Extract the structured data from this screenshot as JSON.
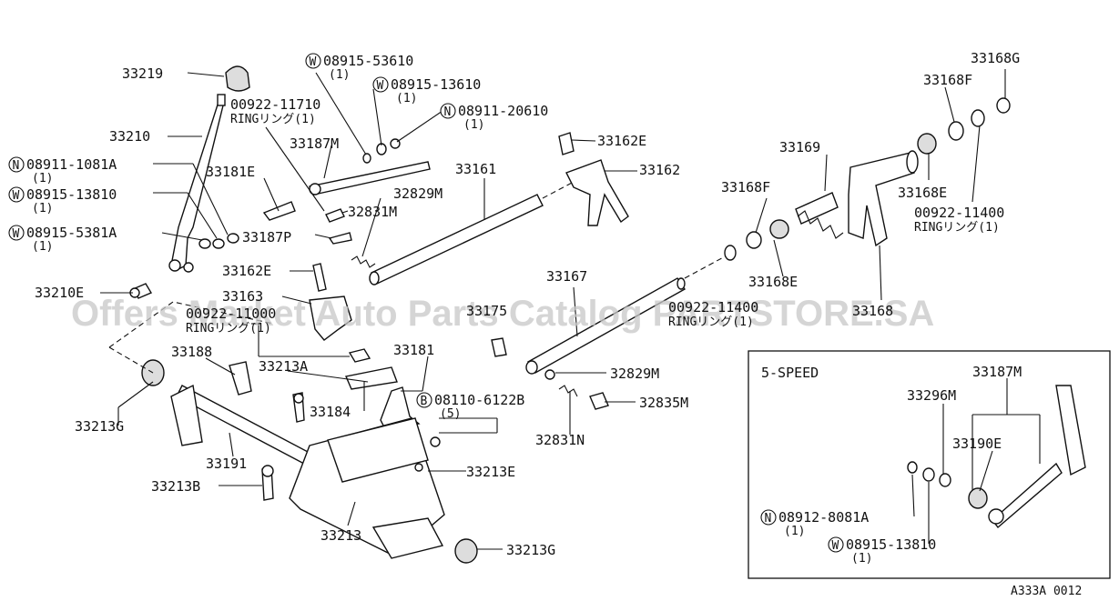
{
  "title_code": "A333A 0012",
  "watermark": "Offers Market Auto Parts Catalog PARTSTORE.SA",
  "inset_title": "5-SPEED",
  "labels": [
    {
      "id": "33219",
      "text": "33219"
    },
    {
      "id": "W0891553610",
      "badge": "W",
      "text": "08915-53610",
      "qty": "(1)"
    },
    {
      "id": "W0891513610",
      "badge": "W",
      "text": "08915-13610",
      "qty": "(1)"
    },
    {
      "id": "N0891120610",
      "badge": "N",
      "text": "08911-20610",
      "qty": "(1)"
    },
    {
      "id": "0092211710",
      "text": "00922-11710",
      "sub": "RINGリング(1)"
    },
    {
      "id": "33210",
      "text": "33210"
    },
    {
      "id": "33187M",
      "text": "33187M"
    },
    {
      "id": "N089111081A",
      "badge": "N",
      "text": "08911-1081A",
      "qty": "(1)"
    },
    {
      "id": "33181E",
      "text": "33181E"
    },
    {
      "id": "W0891513810",
      "badge": "W",
      "text": "08915-13810",
      "qty": "(1)"
    },
    {
      "id": "32829M_top",
      "text": "32829M"
    },
    {
      "id": "32831M",
      "text": "32831M"
    },
    {
      "id": "W089155381A",
      "badge": "W",
      "text": "08915-5381A",
      "qty": "(1)"
    },
    {
      "id": "33187P",
      "text": "33187P"
    },
    {
      "id": "33162E_top",
      "text": "33162E"
    },
    {
      "id": "33161",
      "text": "33161"
    },
    {
      "id": "33162",
      "text": "33162"
    },
    {
      "id": "33169",
      "text": "33169"
    },
    {
      "id": "33168F_right",
      "text": "33168F"
    },
    {
      "id": "33168G",
      "text": "33168G"
    },
    {
      "id": "33168F_mid",
      "text": "33168F"
    },
    {
      "id": "33168E_top",
      "text": "33168E"
    },
    {
      "id": "0092211400_right",
      "text": "00922-11400",
      "sub": "RINGリング(1)"
    },
    {
      "id": "33162E_mid",
      "text": "33162E"
    },
    {
      "id": "33210E",
      "text": "33210E"
    },
    {
      "id": "33163",
      "text": "33163"
    },
    {
      "id": "0092211000",
      "text": "00922-11000",
      "sub": "RINGリング(1)"
    },
    {
      "id": "33175",
      "text": "33175"
    },
    {
      "id": "33167",
      "text": "33167"
    },
    {
      "id": "33168E_mid",
      "text": "33168E"
    },
    {
      "id": "0092211400_mid",
      "text": "00922-11400",
      "sub": "RINGリング(1)"
    },
    {
      "id": "33168",
      "text": "33168"
    },
    {
      "id": "33188",
      "text": "33188"
    },
    {
      "id": "33213A",
      "text": "33213A"
    },
    {
      "id": "33181",
      "text": "33181"
    },
    {
      "id": "32829M_mid",
      "text": "32829M"
    },
    {
      "id": "33213G_left",
      "text": "33213G"
    },
    {
      "id": "33184",
      "text": "33184"
    },
    {
      "id": "B081106122B",
      "badge": "B",
      "text": "08110-6122B",
      "qty": "(5)"
    },
    {
      "id": "32835M",
      "text": "32835M"
    },
    {
      "id": "32831N",
      "text": "32831N"
    },
    {
      "id": "33191",
      "text": "33191"
    },
    {
      "id": "33213E",
      "text": "33213E"
    },
    {
      "id": "33213B",
      "text": "33213B"
    },
    {
      "id": "33213",
      "text": "33213"
    },
    {
      "id": "33213G_bottom",
      "text": "33213G"
    },
    {
      "id": "inset_33187M",
      "text": "33187M"
    },
    {
      "id": "inset_33296M",
      "text": "33296M"
    },
    {
      "id": "inset_33190E",
      "text": "33190E"
    },
    {
      "id": "inset_N089128081A",
      "badge": "N",
      "text": "08912-8081A",
      "qty": "(1)"
    },
    {
      "id": "inset_W0891513810",
      "badge": "W",
      "text": "08915-13810",
      "qty": "(1)"
    }
  ]
}
